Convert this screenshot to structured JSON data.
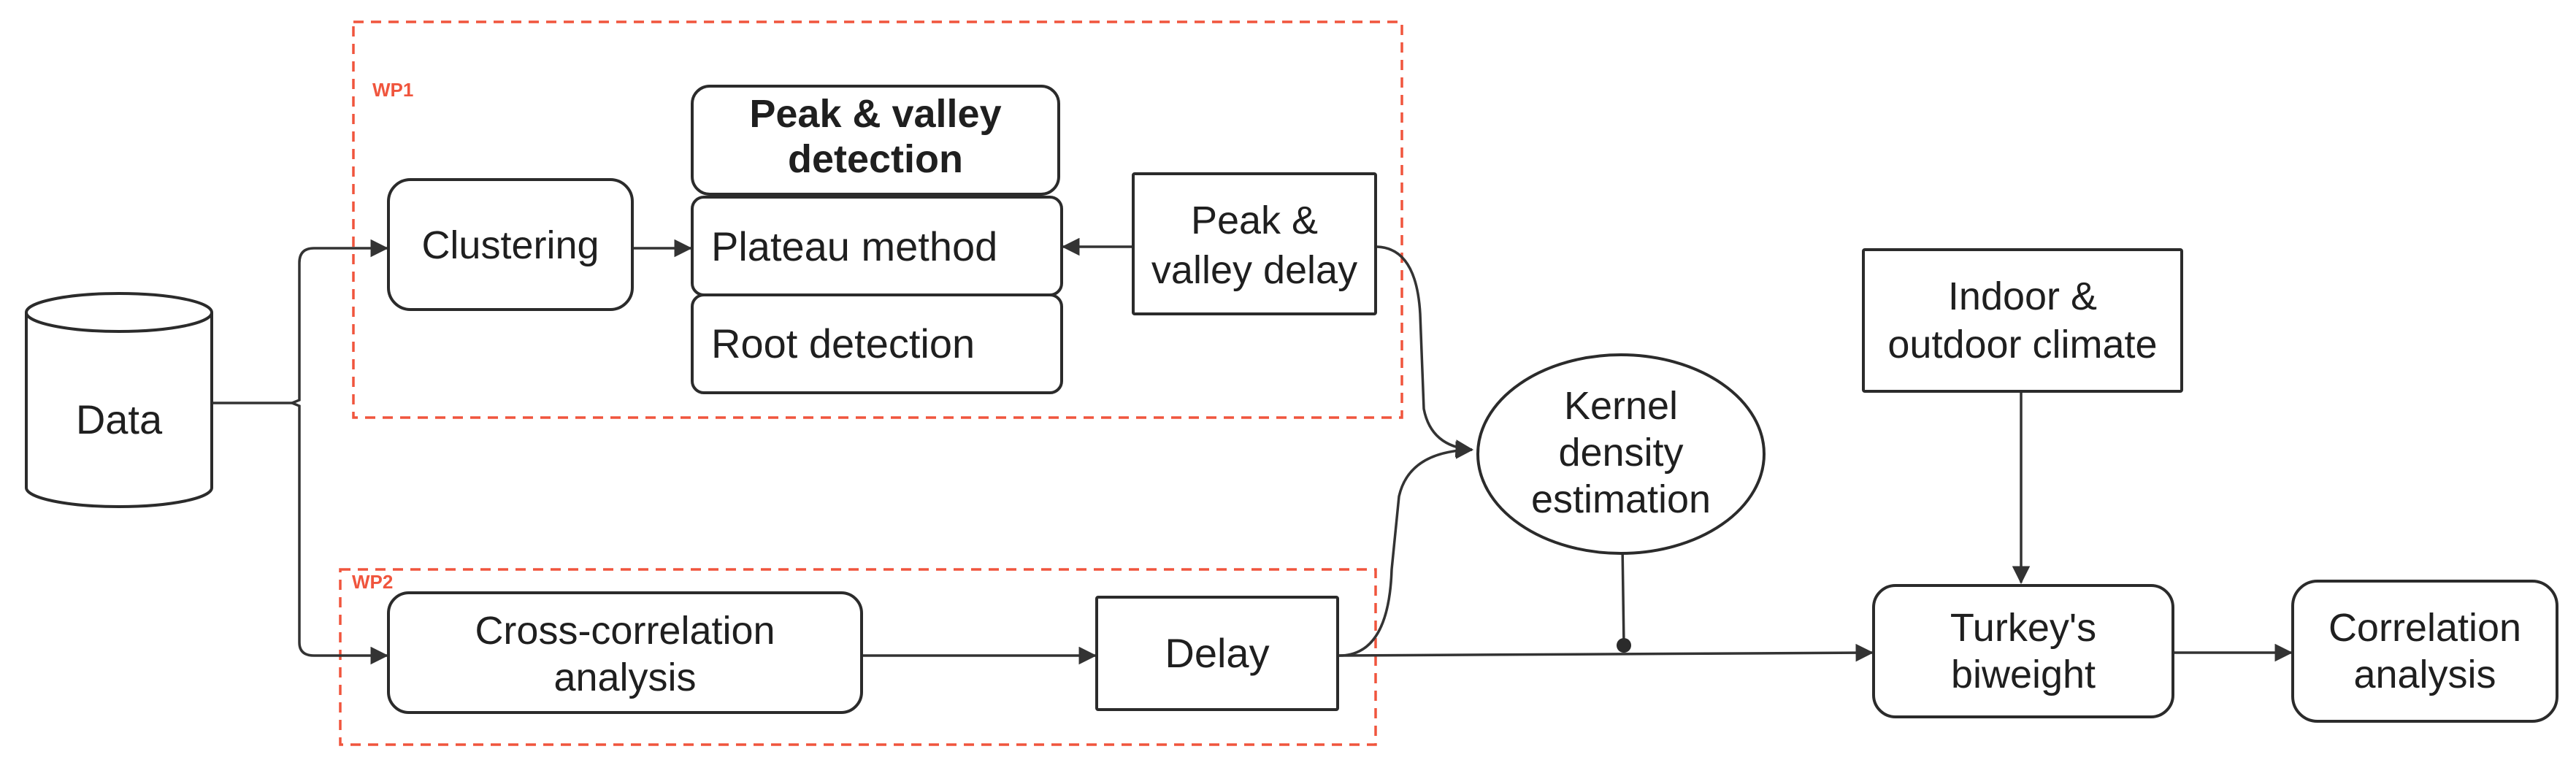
{
  "workpackages": {
    "wp1": "WP1",
    "wp2": "WP2"
  },
  "nodes": {
    "data": "Data",
    "clustering": "Clustering",
    "peak_valley_detection": [
      "Peak & valley",
      "detection"
    ],
    "plateau_method": "Plateau method",
    "root_detection": "Root detection",
    "peak_valley_delay": [
      "Peak &",
      "valley delay"
    ],
    "cross_correlation": [
      "Cross-correlation",
      "analysis"
    ],
    "delay": "Delay",
    "kernel_density": [
      "Kernel",
      "density",
      "estimation"
    ],
    "climate": [
      "Indoor &",
      "outdoor climate"
    ],
    "turkeys_biweight": [
      "Turkey's",
      "biweight"
    ],
    "correlation_analysis": [
      "Correlation",
      "analysis"
    ]
  },
  "colors": {
    "workpackage_frame": "#f0553d",
    "stroke": "#2b2b2b",
    "text": "#1f1f1f"
  }
}
